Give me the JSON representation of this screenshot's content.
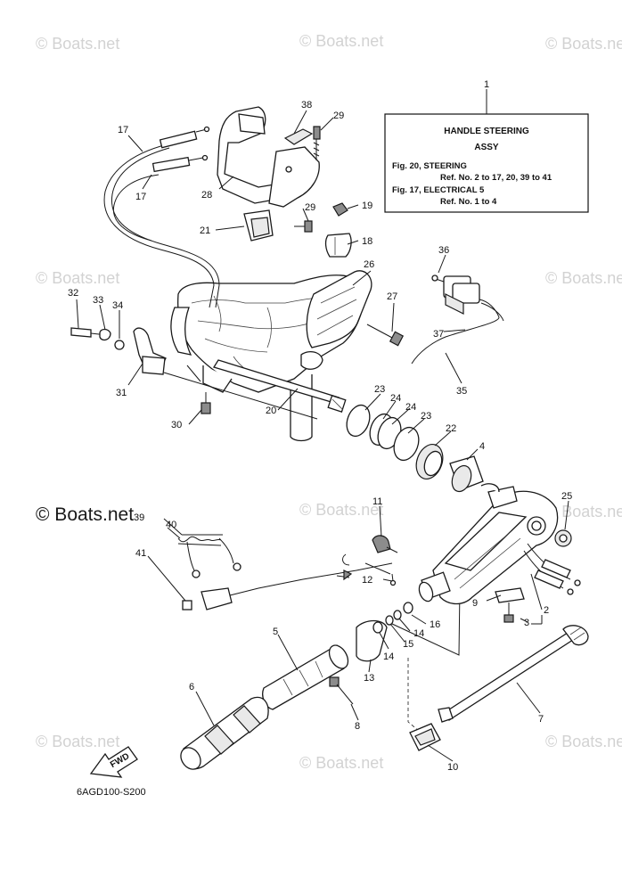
{
  "ref_box": {
    "title_line1": "HANDLE STEERING",
    "title_line2": "ASSY",
    "fig1": "Fig. 20, STEERING",
    "fig1_ref": "Ref. No. 2 to 17, 20, 39 to 41",
    "fig2": "Fig. 17, ELECTRICAL 5",
    "fig2_ref": "Ref. No. 1 to 4"
  },
  "watermark": {
    "text": "© Boats.net",
    "large_text": "© Boats.net"
  },
  "fwd_label": "FWD",
  "diagram_code": "6AGD100-S200",
  "callouts": {
    "c1": "1",
    "c17a": "17",
    "c17b": "17",
    "c38": "38",
    "c29a": "29",
    "c28": "28",
    "c29b": "29",
    "c19": "19",
    "c21": "21",
    "c18": "18",
    "c36": "36",
    "c26": "26",
    "c32": "32",
    "c33": "33",
    "c34": "34",
    "c27": "27",
    "c37": "37",
    "c31": "31",
    "c35": "35",
    "c23a": "23",
    "c24a": "24",
    "c24b": "24",
    "c23b": "23",
    "c20": "20",
    "c30": "30",
    "c22": "22",
    "c4": "4",
    "c11": "11",
    "c25": "25",
    "c39": "39",
    "c40": "40",
    "c41": "41",
    "c12": "12",
    "c9": "9",
    "c2": "2",
    "c3": "3",
    "c5": "5",
    "c16": "16",
    "c14a": "14",
    "c15": "15",
    "c14b": "14",
    "c13": "13",
    "c6": "6",
    "c8": "8",
    "c7": "7",
    "c10": "10"
  }
}
